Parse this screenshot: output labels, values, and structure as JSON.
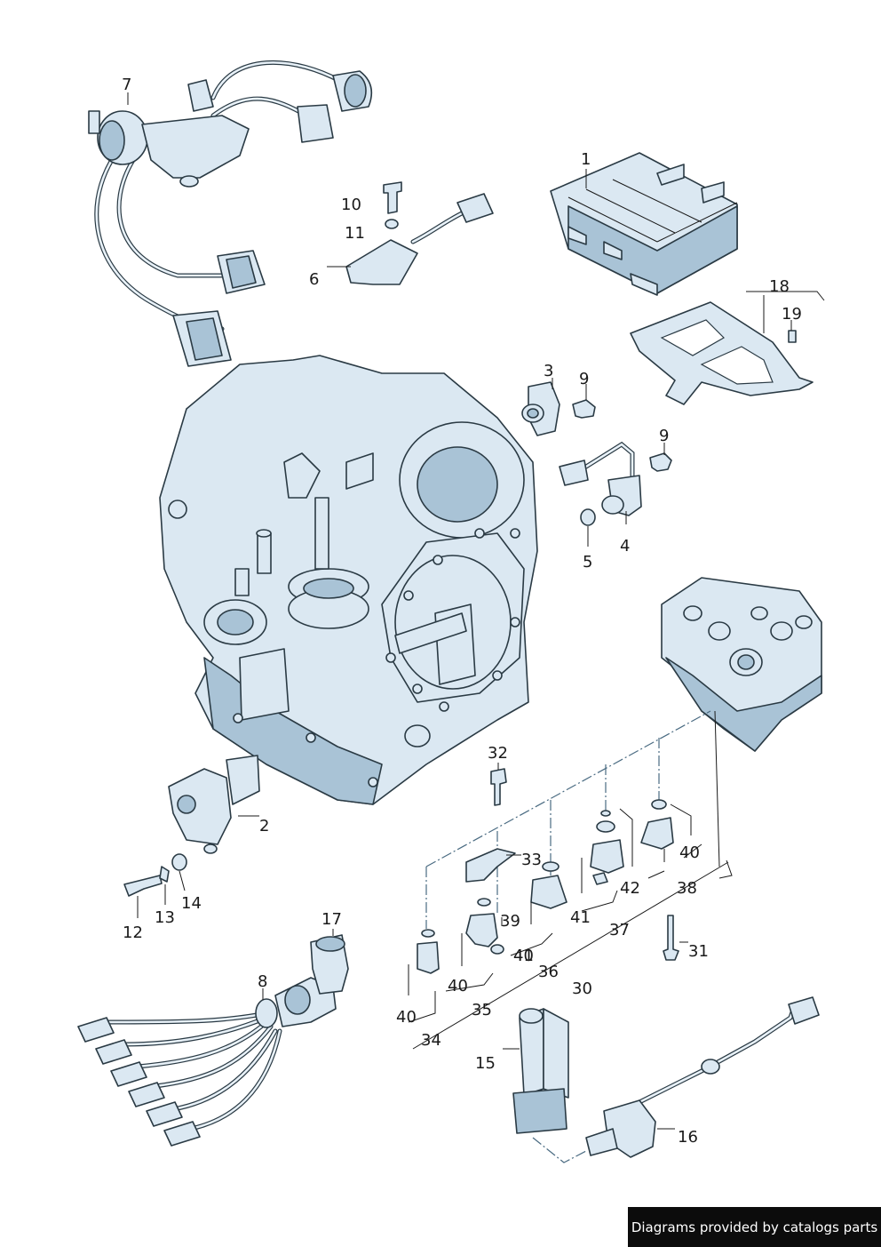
{
  "callouts": [
    "1",
    "2",
    "3",
    "4",
    "5",
    "6",
    "7",
    "8",
    "9",
    "9",
    "10",
    "11",
    "12",
    "13",
    "14",
    "15",
    "16",
    "17",
    "18",
    "19",
    "30",
    "31",
    "32",
    "33",
    "34",
    "35",
    "36",
    "37",
    "38",
    "39",
    "40",
    "40",
    "40",
    "40",
    "41",
    "41",
    "42"
  ],
  "credit": "Diagrams provided by catalogs parts"
}
